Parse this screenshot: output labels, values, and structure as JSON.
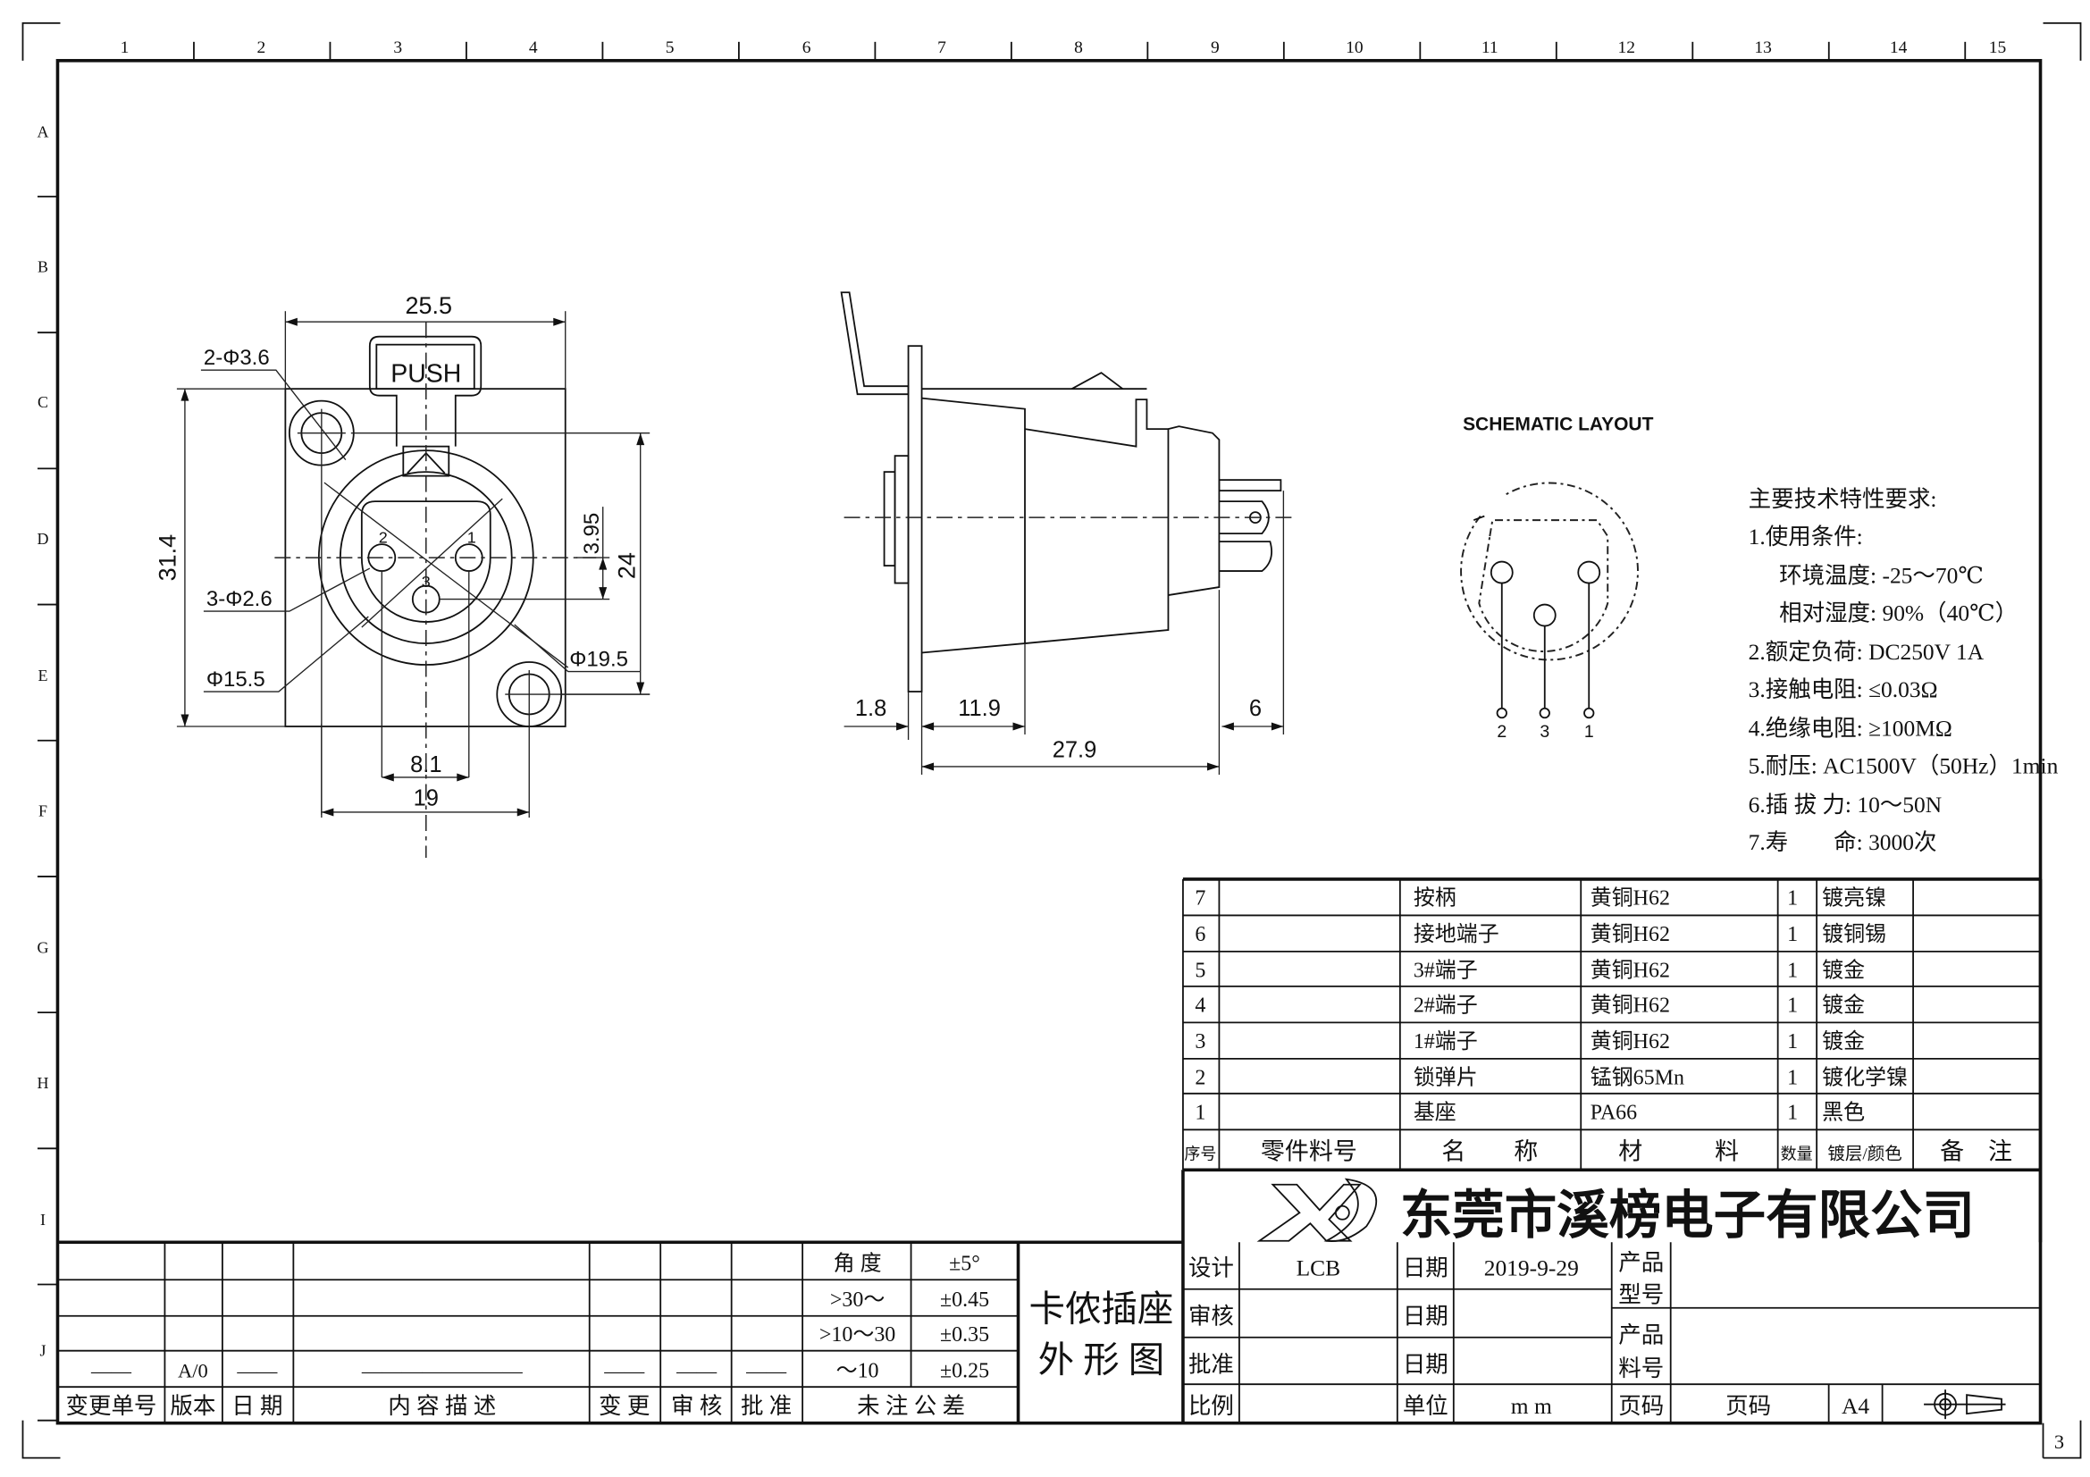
{
  "ruler": {
    "columns": [
      "1",
      "2",
      "3",
      "4",
      "5",
      "6",
      "7",
      "8",
      "9",
      "10",
      "11",
      "12",
      "13",
      "14",
      "15"
    ],
    "rows": [
      "A",
      "B",
      "C",
      "D",
      "E",
      "F",
      "G",
      "H",
      "I",
      "J"
    ]
  },
  "sheet_number": "3",
  "front_view": {
    "push_label": "PUSH",
    "dim_width": "25.5",
    "dim_height": "31.4",
    "dim_hole_pitch_v": "24",
    "dim_pin_offset": "3.95",
    "dim_pin_pitch": "8.1",
    "dim_hole_pitch_h": "19",
    "mount_holes": "2-Φ3.6",
    "pin_holes": "3-Φ2.6",
    "inner_dia": "Φ15.5",
    "outer_dia": "Φ19.5",
    "pin_labels": [
      "2",
      "1",
      "3"
    ]
  },
  "side_view": {
    "dim_flange": "1.8",
    "dim_body": "11.9",
    "dim_total": "27.9",
    "dim_pins": "6"
  },
  "schematic": {
    "title": "SCHEMATIC LAYOUT",
    "pin_labels": [
      "2",
      "3",
      "1"
    ]
  },
  "specs": {
    "title": "主要技术特性要求:",
    "lines": [
      "1.使用条件:",
      "环境温度: -25～70℃",
      "相对湿度: 90%（40℃）",
      "2.额定负荷: DC250V 1A",
      "3.接触电阻: ≤0.03Ω",
      "4.绝缘电阻: ≥100MΩ",
      "5.耐压: AC1500V（50Hz）1min",
      "6.插 拔 力: 10～50N",
      "7.寿　　命: 3000次"
    ]
  },
  "parts_table": {
    "headers": [
      "序号",
      "零件料号",
      "名　　称",
      "材　　　料",
      "数量",
      "镀层/颜色",
      "备　注"
    ],
    "rows": [
      {
        "seq": "7",
        "part_no": "",
        "name": "按柄",
        "material": "黄铜H62",
        "qty": "1",
        "finish": "镀亮镍",
        "remark": ""
      },
      {
        "seq": "6",
        "part_no": "",
        "name": "接地端子",
        "material": "黄铜H62",
        "qty": "1",
        "finish": "镀铜锡",
        "remark": ""
      },
      {
        "seq": "5",
        "part_no": "",
        "name": "3#端子",
        "material": "黄铜H62",
        "qty": "1",
        "finish": "镀金",
        "remark": ""
      },
      {
        "seq": "4",
        "part_no": "",
        "name": "2#端子",
        "material": "黄铜H62",
        "qty": "1",
        "finish": "镀金",
        "remark": ""
      },
      {
        "seq": "3",
        "part_no": "",
        "name": "1#端子",
        "material": "黄铜H62",
        "qty": "1",
        "finish": "镀金",
        "remark": ""
      },
      {
        "seq": "2",
        "part_no": "",
        "name": "锁弹片",
        "material": "锰钢65Mn",
        "qty": "1",
        "finish": "镀化学镍",
        "remark": ""
      },
      {
        "seq": "1",
        "part_no": "",
        "name": "基座",
        "material": "PA66",
        "qty": "1",
        "finish": "黑色",
        "remark": ""
      }
    ]
  },
  "company": {
    "name": "东莞市溪榜电子有限公司",
    "logo_text": "X",
    "logo_blue": "#1f5fc9",
    "logo_green": "#2a9a5a"
  },
  "revision_table": {
    "headers": [
      "变更单号",
      "版本",
      "日 期",
      "内 容 描 述",
      "变 更",
      "审 核",
      "批 准"
    ],
    "last_row": [
      "——",
      "A/0",
      "——",
      "————————",
      "——",
      "——",
      "——"
    ]
  },
  "tolerance": {
    "rows": [
      [
        "角 度",
        "±5°"
      ],
      [
        ">30～",
        "±0.45"
      ],
      [
        ">10～30",
        "±0.35"
      ],
      [
        "～10",
        "±0.25"
      ]
    ],
    "footer": "未 注 公 差"
  },
  "drawing_title": {
    "line1": "卡侬插座",
    "line2": "外 形 图"
  },
  "title_block": {
    "design_label": "设计",
    "design_value": "LCB",
    "date_label": "日期",
    "date_value": "2019-9-29",
    "review_label": "审核",
    "review_date_label": "日期",
    "approve_label": "批准",
    "approve_date_label": "日期",
    "model_label": [
      "产品",
      "型号"
    ],
    "partno_label": [
      "产品",
      "料号"
    ],
    "scale_label": "比例",
    "unit_label": "单位",
    "unit_value": "m m",
    "page_label": "页码",
    "page_value": "页码",
    "paper_size": "A4"
  }
}
